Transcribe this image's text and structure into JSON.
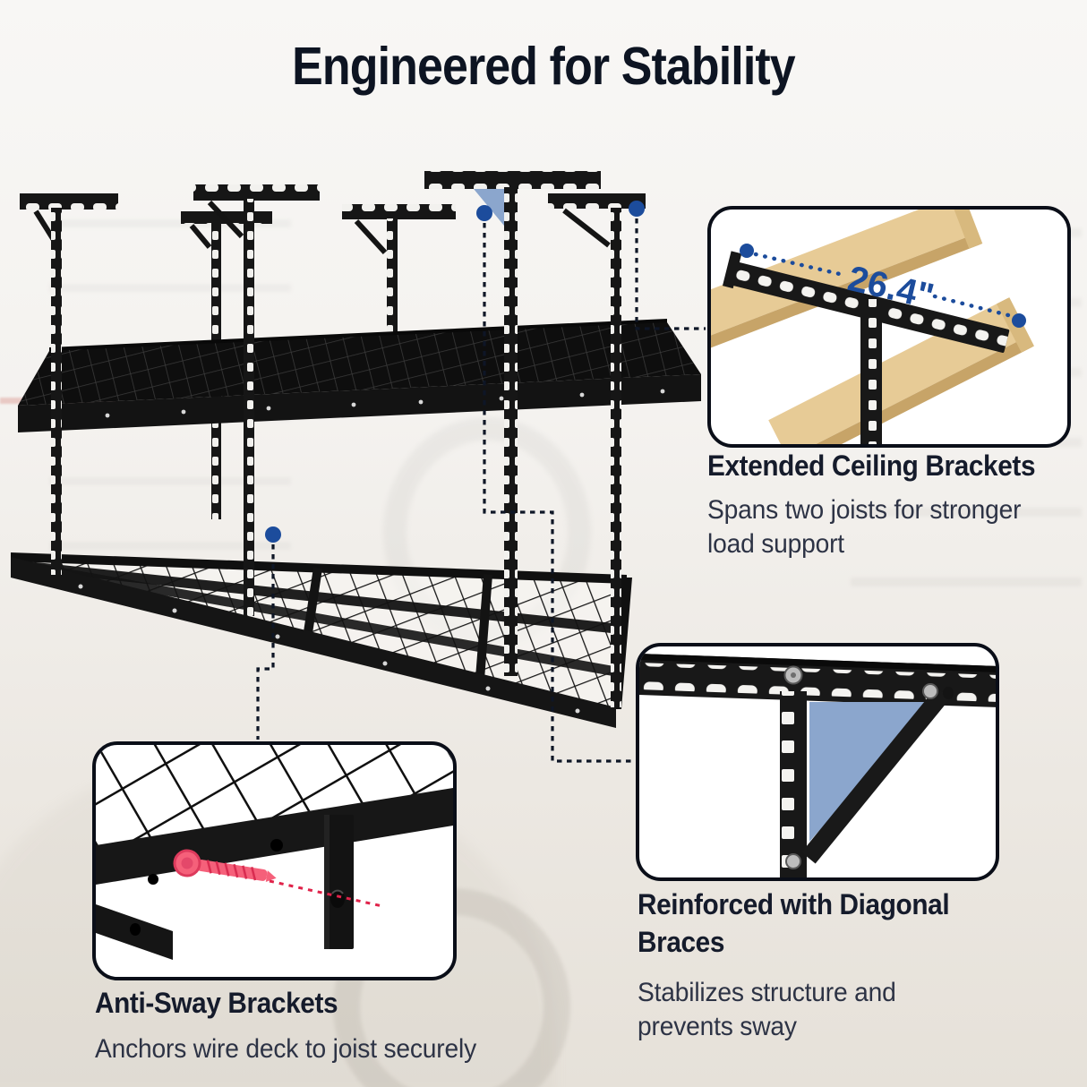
{
  "title": "Engineered for Stability",
  "colors": {
    "accent_blue": "#1c4c9c",
    "highlight_blue": "#8ba6cd",
    "screw_red": "#f5607a",
    "frame_black": "#161616",
    "heading_text": "#151b2b",
    "body_text": "#2d3345",
    "wood": "#e5c globalization"
  },
  "callouts": {
    "ceiling": {
      "heading": "Extended Ceiling Brackets",
      "body": "Spans two joists for stronger\nload support",
      "measurement": "26.4\""
    },
    "braces": {
      "heading": "Reinforced with Diagonal\nBraces",
      "body": "Stabilizes structure and\nprevents sway"
    },
    "antisway": {
      "heading": "Anti-Sway Brackets",
      "body": "Anchors wire deck to joist securely"
    }
  }
}
